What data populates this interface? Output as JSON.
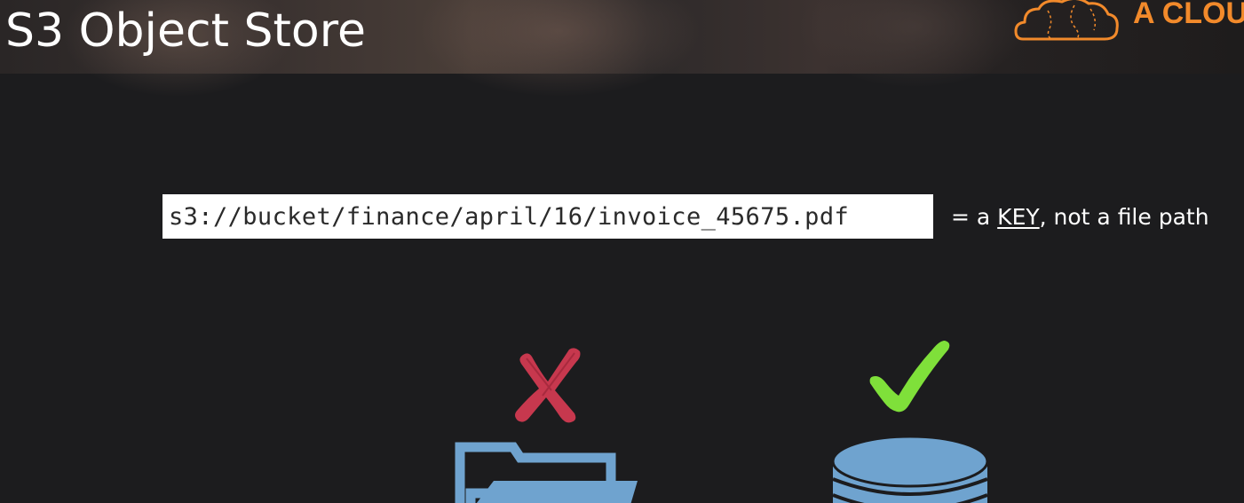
{
  "slide": {
    "title": "S3 Object Store",
    "brand": {
      "text": "A CLOU",
      "color": "#f28a2b",
      "icon": "cloud-logo-icon"
    },
    "key_example": {
      "path": "s3://bucket/finance/april/16/invoice_45675.pdf",
      "note_prefix": "= a ",
      "note_emphasis": "KEY",
      "note_suffix": ", not a file path"
    },
    "comparison": {
      "wrong": {
        "icon": "cross-icon",
        "subject_icon": "folder-icon",
        "color": "#c7384e"
      },
      "right": {
        "icon": "check-icon",
        "subject_icon": "database-icon",
        "color": "#7fe03a"
      }
    }
  }
}
